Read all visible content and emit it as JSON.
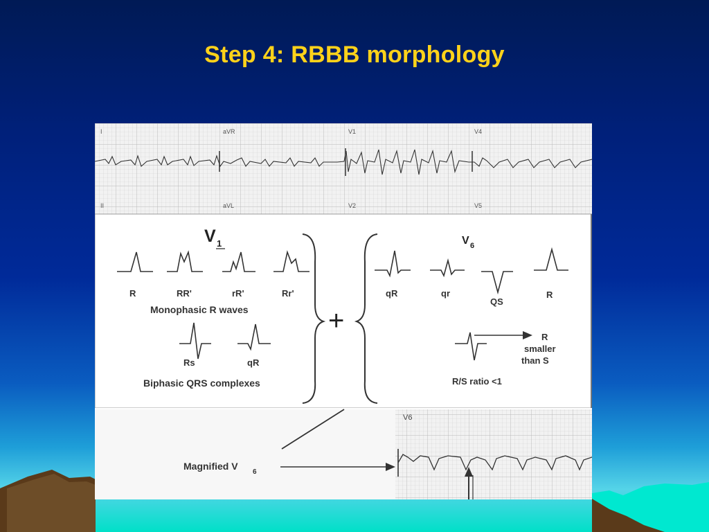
{
  "slide": {
    "title": "Step 4: RBBB morphology",
    "colors": {
      "title": "#ffd21a",
      "background_top": "#001a55",
      "background_bottom": "#00e0c8"
    }
  },
  "ecg_strip": {
    "lead_labels": [
      "I",
      "aVR",
      "V1",
      "V4",
      "II",
      "aVL",
      "V2",
      "V5"
    ]
  },
  "diagram": {
    "v1": {
      "heading": "V",
      "heading_sub": "1",
      "monophasic": {
        "patterns": [
          "R",
          "RR'",
          "rR'",
          "Rr'"
        ],
        "caption": "Monophasic R waves"
      },
      "biphasic": {
        "patterns": [
          "Rs",
          "qR"
        ],
        "caption": "Biphasic QRS complexes"
      }
    },
    "plus_sign": "+",
    "v6": {
      "heading": "V",
      "heading_sub": "6",
      "patterns": [
        "qR",
        "qr",
        "QS",
        "R"
      ],
      "rs_note": {
        "arrow_label": [
          "R",
          "smaller",
          "than S"
        ],
        "caption": "R/S ratio <1"
      }
    }
  },
  "bottom_strip": {
    "magnified_label": "Magnified V",
    "magnified_sub": "6",
    "lead_label": "V6"
  }
}
